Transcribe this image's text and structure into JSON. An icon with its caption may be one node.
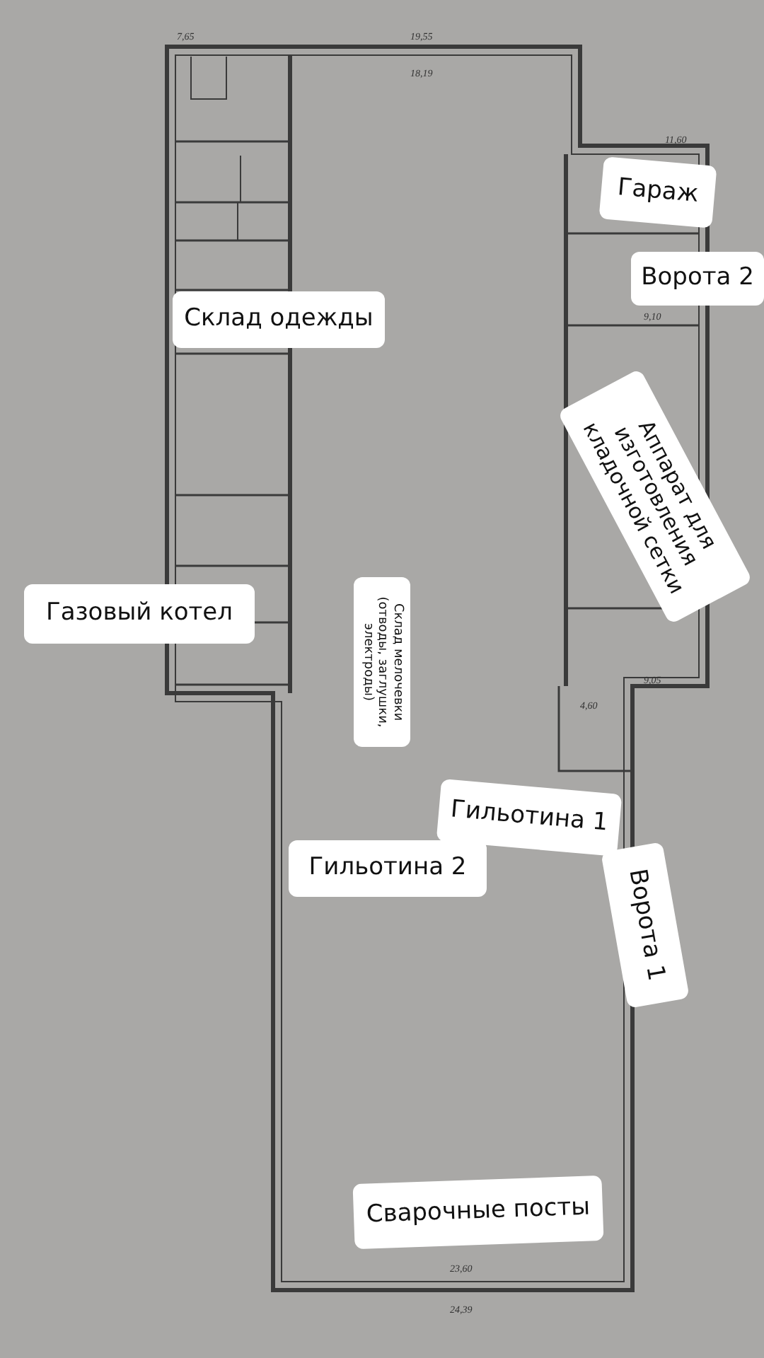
{
  "diagram": {
    "labels": [
      "7,65",
      "19,55",
      "18,19",
      "11,60",
      "Гараж",
      "Ворота 2",
      "9,10",
      "Склад одежды",
      "Аппарат для изготовления кладочной сетки",
      "Газовый котел",
      "Склад мелочевки (отводы, заглушки, электроды)",
      "9,05",
      "4,60",
      "Гильотина 1",
      "Гильотина 2",
      "Ворота 1",
      "Сварочные посты",
      "23,60",
      "24,39"
    ]
  }
}
